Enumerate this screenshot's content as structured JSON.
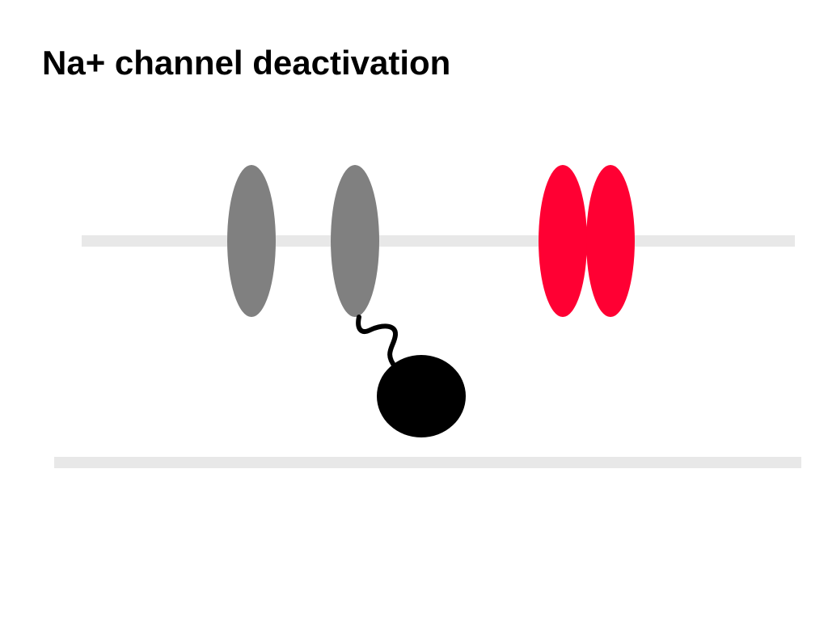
{
  "title": "Na+ channel deactivation",
  "colors": {
    "background": "#ffffff",
    "membrane": "#e8e8e8",
    "closed_channel": "#808080",
    "open_channel": "#ff0033",
    "inactivation_ball": "#000000",
    "tether": "#000000",
    "title_text": "#000000"
  },
  "elements": {
    "upper_membrane": "membrane-line",
    "lower_membrane": "membrane-line",
    "gray_channel": {
      "subunits": 2,
      "icon": "ellipse",
      "state": "inactivated"
    },
    "red_channel": {
      "subunits": 2,
      "icon": "ellipse",
      "state": "closed"
    },
    "inactivation_gate": {
      "icon": "ball-and-chain"
    }
  }
}
